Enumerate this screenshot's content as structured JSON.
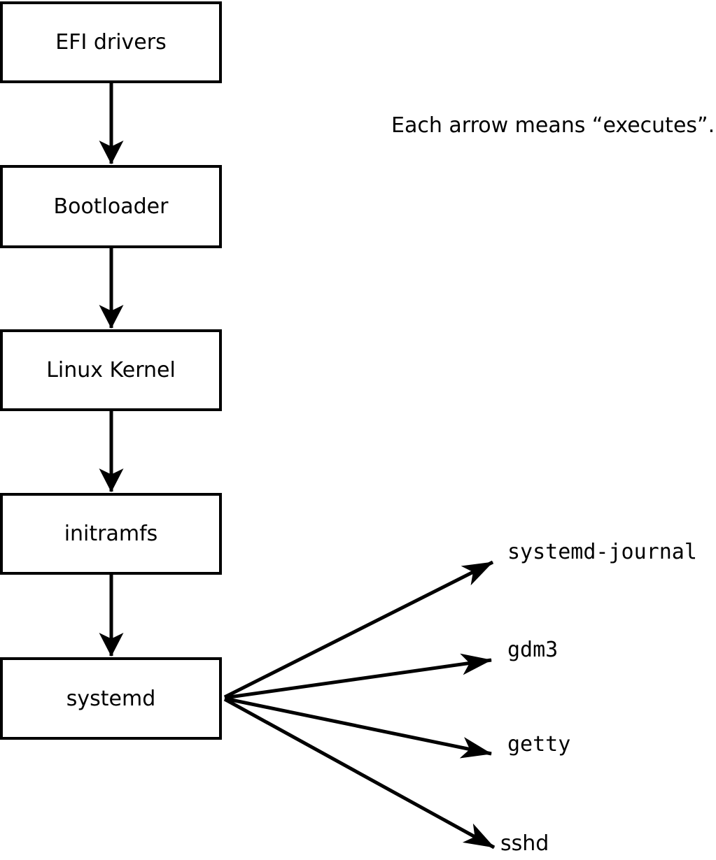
{
  "diagram": {
    "note": "Each arrow means “executes”.",
    "arrow_meaning": "executes",
    "nodes": [
      {
        "id": "efi-drivers",
        "label": "EFI drivers"
      },
      {
        "id": "bootloader",
        "label": "Bootloader"
      },
      {
        "id": "linux-kernel",
        "label": "Linux Kernel"
      },
      {
        "id": "initramfs",
        "label": "initramfs"
      },
      {
        "id": "systemd",
        "label": "systemd"
      }
    ],
    "chain_edges": [
      {
        "from": "efi-drivers",
        "to": "bootloader"
      },
      {
        "from": "bootloader",
        "to": "linux-kernel"
      },
      {
        "from": "linux-kernel",
        "to": "initramfs"
      },
      {
        "from": "initramfs",
        "to": "systemd"
      }
    ],
    "spawned": [
      {
        "id": "systemd-journal",
        "label": "systemd-journal"
      },
      {
        "id": "gdm3",
        "label": "gdm3"
      },
      {
        "id": "getty",
        "label": "getty"
      },
      {
        "id": "sshd",
        "label": "sshd"
      }
    ],
    "colors": {
      "stroke": "#000000",
      "box_fill": "#ffffff",
      "background": "#ffffff"
    }
  }
}
